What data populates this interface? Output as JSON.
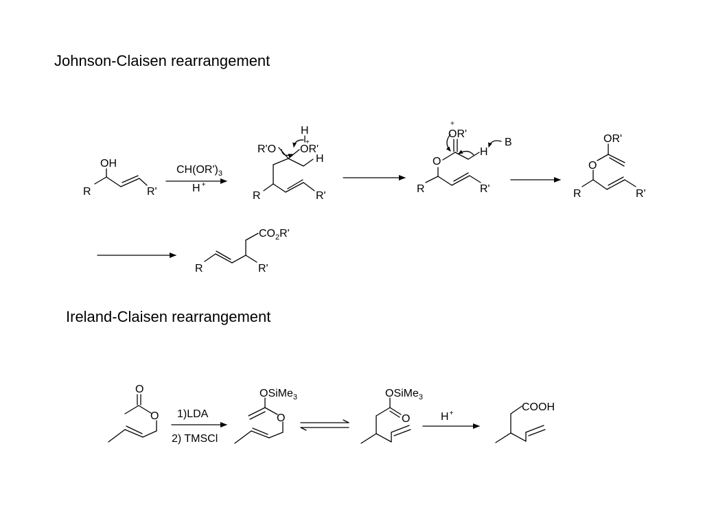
{
  "titles": {
    "johnson": "Johnson-Claisen rearrangement",
    "ireland": "Ireland-Claisen rearrangement"
  },
  "labels": {
    "oh": "OH",
    "r": "R",
    "rp": "R'",
    "orp": "OR'",
    "rpo": "R'O",
    "h": "H",
    "o": "O",
    "b": "B",
    "plus": "+",
    "reagent_ch": "CH(OR')",
    "reagent_ch_sub": "3",
    "reagent_h": "H",
    "co2": "CO",
    "co2_sub": "2",
    "co2_tail": "R'",
    "osime": "OSiMe",
    "osime_sub": "3",
    "lda": "1)LDA",
    "tmscl": "2) TMSCl",
    "cooh": "COOH"
  }
}
